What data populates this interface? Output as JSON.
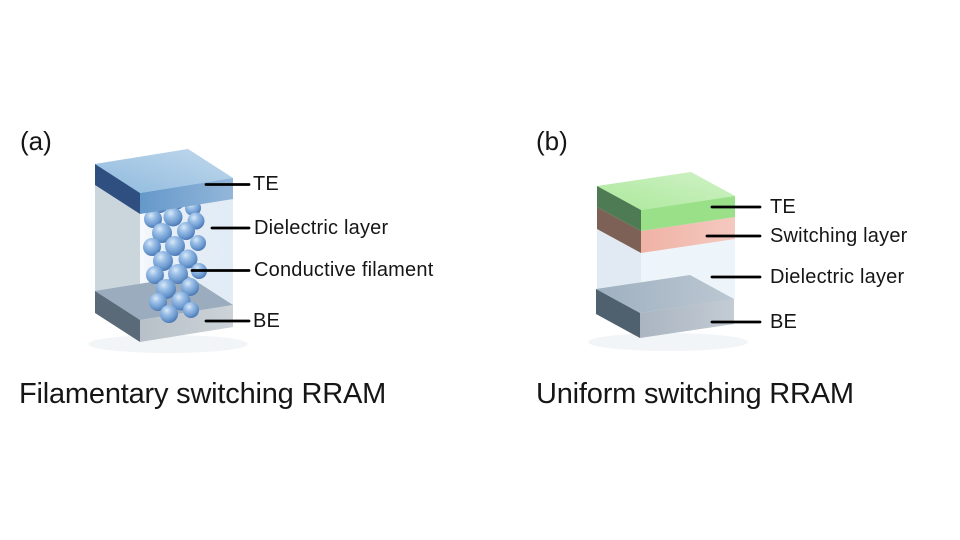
{
  "figure": {
    "background": "#ffffff",
    "text_color": "#161616",
    "leader_line_color": "#000000"
  },
  "panels": [
    {
      "letter": "(a)",
      "caption": "Filamentary switching RRAM",
      "labels": [
        {
          "text": "TE"
        },
        {
          "text": "Dielectric layer"
        },
        {
          "text": "Conductive filament"
        },
        {
          "text": "BE"
        }
      ],
      "colors": {
        "te_top": "#8fbade",
        "te_front": "#6598ca",
        "te_left": "#2e4f80",
        "dielectric_front": "#dfeaf5",
        "dielectric_left": "#c8d3da",
        "filament_sphere": "#6d9bd1",
        "be_top": "#9aacbd",
        "be_front": "#b7c0c8",
        "be_left": "#5a6a78"
      }
    },
    {
      "letter": "(b)",
      "caption": "Uniform switching RRAM",
      "labels": [
        {
          "text": "TE"
        },
        {
          "text": "Switching layer"
        },
        {
          "text": "Dielectric layer"
        },
        {
          "text": "BE"
        }
      ],
      "colors": {
        "te_top": "#abe89a",
        "te_front": "#99e089",
        "te_left": "#4e7b53",
        "switching_front": "#f0b2a5",
        "switching_left": "#7d6156",
        "dielectric_front": "#edf4fa",
        "dielectric_left": "#dfe9f1",
        "be_top": "#9fb0c0",
        "be_front": "#aab5c1",
        "be_left": "#4f616f"
      }
    }
  ]
}
